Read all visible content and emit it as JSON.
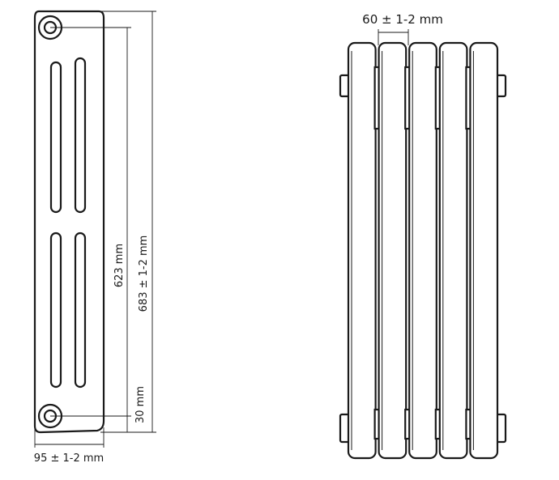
{
  "side_view": {
    "dim_height_total": "683 ± 1-2 mm",
    "dim_height_axis": "623 mm",
    "dim_bottom_offset": "30 mm",
    "dim_depth": "95 ± 1-2 mm"
  },
  "front_view": {
    "dim_section_width": "60 ± 1-2 mm",
    "section_count": 5
  },
  "colors": {
    "line": "#1a1a1a",
    "background": "#ffffff"
  }
}
